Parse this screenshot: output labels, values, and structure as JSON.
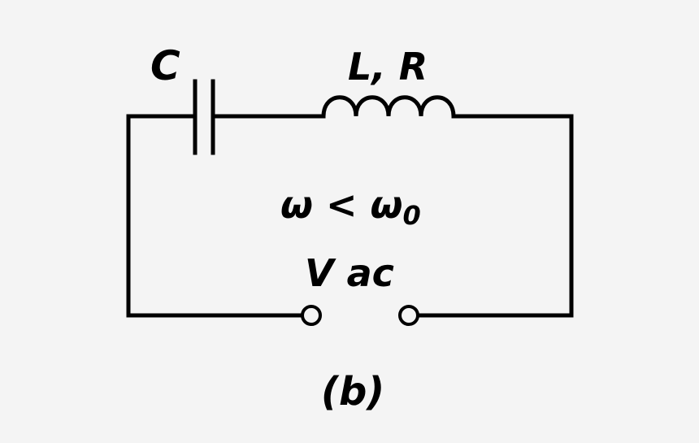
{
  "labels": {
    "capacitor": "C",
    "inductor": "L, R",
    "condition": "ω < ω",
    "condition_subscript": "0",
    "source": "V ac",
    "caption": "(b)"
  },
  "colors": {
    "background": "#f4f4f4",
    "ink": "#000000"
  },
  "components": [
    "capacitor",
    "inductor",
    "terminal",
    "terminal"
  ]
}
